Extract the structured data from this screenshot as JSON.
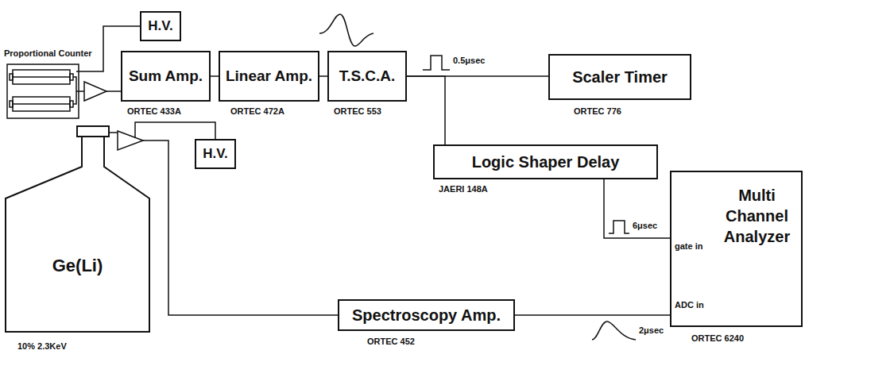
{
  "diagram": {
    "nodes": [
      {
        "text": [
          "H.V."
        ]
      },
      {
        "text": [
          "Proportional Counter"
        ]
      },
      {
        "text": [
          "Sum Amp."
        ]
      },
      {
        "text": [
          "Linear Amp."
        ]
      },
      {
        "text": [
          "T.S.C.A."
        ]
      },
      {
        "text": [
          "Scaler Timer"
        ]
      },
      {
        "text": [
          "Ge(Li)"
        ]
      },
      {
        "text": [
          "H.V."
        ]
      },
      {
        "text": [
          "Logic Shaper Delay"
        ]
      },
      {
        "text": [
          "Multi Channel Analyzer"
        ]
      },
      {
        "text": [
          "Spectroscopy Amp."
        ]
      }
    ],
    "edges": [
      {
        "from": 0,
        "to": 1,
        "arrow": "none"
      },
      {
        "from": 1,
        "to": 2,
        "arrow": "none"
      },
      {
        "from": 2,
        "to": 3,
        "arrow": "none"
      },
      {
        "from": 3,
        "to": 4,
        "arrow": "none"
      },
      {
        "from": 4,
        "to": 5,
        "arrow": "none"
      },
      {
        "from": 4,
        "to": 8,
        "arrow": "none"
      },
      {
        "from": 8,
        "to": 9,
        "arrow": "none"
      },
      {
        "from": 6,
        "to": 10,
        "arrow": "none"
      },
      {
        "from": 10,
        "to": 9,
        "arrow": "none"
      },
      {
        "from": 7,
        "to": 6,
        "arrow": "none"
      }
    ],
    "labels": [
      "ORTEC 433A",
      "ORTEC 472A",
      "ORTEC 553",
      "0.5μsec",
      "ORTEC 776",
      "10% 2.3KeV",
      "JAERI 148A",
      "6μsec",
      "gate in",
      "ADC in",
      "2μsec",
      "ORTEC 452",
      "ORTEC 6240"
    ]
  }
}
